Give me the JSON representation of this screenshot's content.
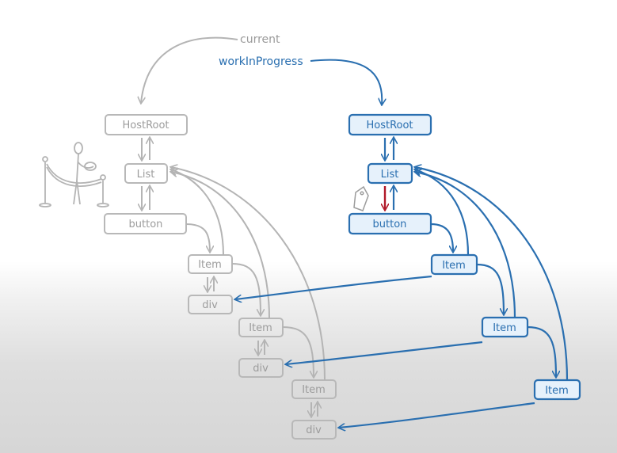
{
  "labels": {
    "current": "current",
    "work_in_progress": "workInProgress"
  },
  "current_tree": {
    "host_root": "HostRoot",
    "list": "List",
    "button": "button",
    "item1": "Item",
    "div1": "div",
    "item2": "Item",
    "div2": "div",
    "item3": "Item",
    "div3": "div"
  },
  "wip_tree": {
    "host_root": "HostRoot",
    "list": "List",
    "button": "button",
    "item1": "Item",
    "item2": "Item",
    "item3": "Item"
  },
  "colors": {
    "current": "#b4b4b4",
    "wip": "#2a6fb0",
    "highlight": "#b01828"
  }
}
